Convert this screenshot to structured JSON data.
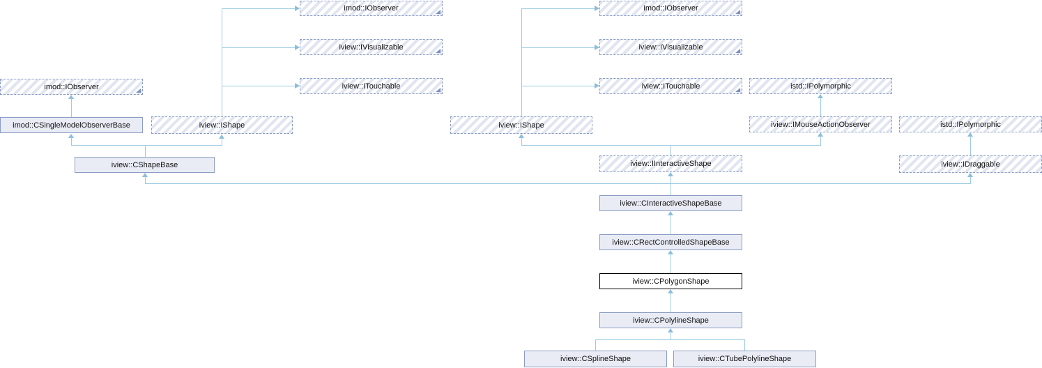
{
  "diagram": {
    "kind": "class-inheritance-graph",
    "current_class": "iview::CPolygonShape",
    "nodes": [
      {
        "label": "imod::IObserver",
        "style": "hatched",
        "truncated": true
      },
      {
        "label": "imod::CSingleModelObserverBase",
        "style": "solid",
        "truncated": false
      },
      {
        "label": "iview::IShape",
        "style": "hatched",
        "truncated": false
      },
      {
        "label": "iview::CShapeBase",
        "style": "solid",
        "truncated": false
      },
      {
        "label": "imod::IObserver",
        "style": "hatched",
        "truncated": true
      },
      {
        "label": "iview::IVisualizable",
        "style": "hatched",
        "truncated": true
      },
      {
        "label": "iview::ITouchable",
        "style": "hatched",
        "truncated": true
      },
      {
        "label": "imod::IObserver",
        "style": "hatched",
        "truncated": true
      },
      {
        "label": "iview::IVisualizable",
        "style": "hatched",
        "truncated": true
      },
      {
        "label": "iview::ITouchable",
        "style": "hatched",
        "truncated": true
      },
      {
        "label": "istd::IPolymorphic",
        "style": "hatched",
        "truncated": false
      },
      {
        "label": "iview::IShape",
        "style": "hatched",
        "truncated": false
      },
      {
        "label": "iview::IMouseActionObserver",
        "style": "hatched",
        "truncated": false
      },
      {
        "label": "istd::IPolymorphic",
        "style": "hatched",
        "truncated": false
      },
      {
        "label": "iview::IInteractiveShape",
        "style": "hatched",
        "truncated": false
      },
      {
        "label": "iview::IDraggable",
        "style": "hatched",
        "truncated": false
      },
      {
        "label": "iview::CInteractiveShapeBase",
        "style": "solid",
        "truncated": false
      },
      {
        "label": "iview::CRectControlledShapeBase",
        "style": "solid",
        "truncated": false
      },
      {
        "label": "iview::CPolygonShape",
        "style": "current",
        "truncated": false
      },
      {
        "label": "iview::CPolylineShape",
        "style": "solid",
        "truncated": false
      },
      {
        "label": "iview::CSplineShape",
        "style": "solid",
        "truncated": false
      },
      {
        "label": "iview::CTubePolylineShape",
        "style": "solid",
        "truncated": false
      }
    ],
    "edges": [
      {
        "derived": 1,
        "base": 0
      },
      {
        "derived": 2,
        "base": 4
      },
      {
        "derived": 2,
        "base": 5
      },
      {
        "derived": 2,
        "base": 6
      },
      {
        "derived": 3,
        "base": 1
      },
      {
        "derived": 3,
        "base": 2
      },
      {
        "derived": 11,
        "base": 7
      },
      {
        "derived": 11,
        "base": 8
      },
      {
        "derived": 11,
        "base": 9
      },
      {
        "derived": 12,
        "base": 10
      },
      {
        "derived": 15,
        "base": 13
      },
      {
        "derived": 14,
        "base": 11
      },
      {
        "derived": 14,
        "base": 12
      },
      {
        "derived": 16,
        "base": 3
      },
      {
        "derived": 16,
        "base": 14
      },
      {
        "derived": 16,
        "base": 15
      },
      {
        "derived": 17,
        "base": 16
      },
      {
        "derived": 18,
        "base": 17
      },
      {
        "derived": 19,
        "base": 18
      },
      {
        "derived": 20,
        "base": 19
      },
      {
        "derived": 21,
        "base": 19
      }
    ],
    "colors": {
      "edge_line": "#9ccbe3",
      "arrowhead": "#8cbdda",
      "solid_fill": "#e9ecf5",
      "solid_border": "#8d9cc4",
      "hatch_stripe": "#e1e5f2",
      "hatched_border": "#8a9cc6",
      "current_border": "#000000",
      "truncation_marker": "#7d90c0"
    }
  }
}
